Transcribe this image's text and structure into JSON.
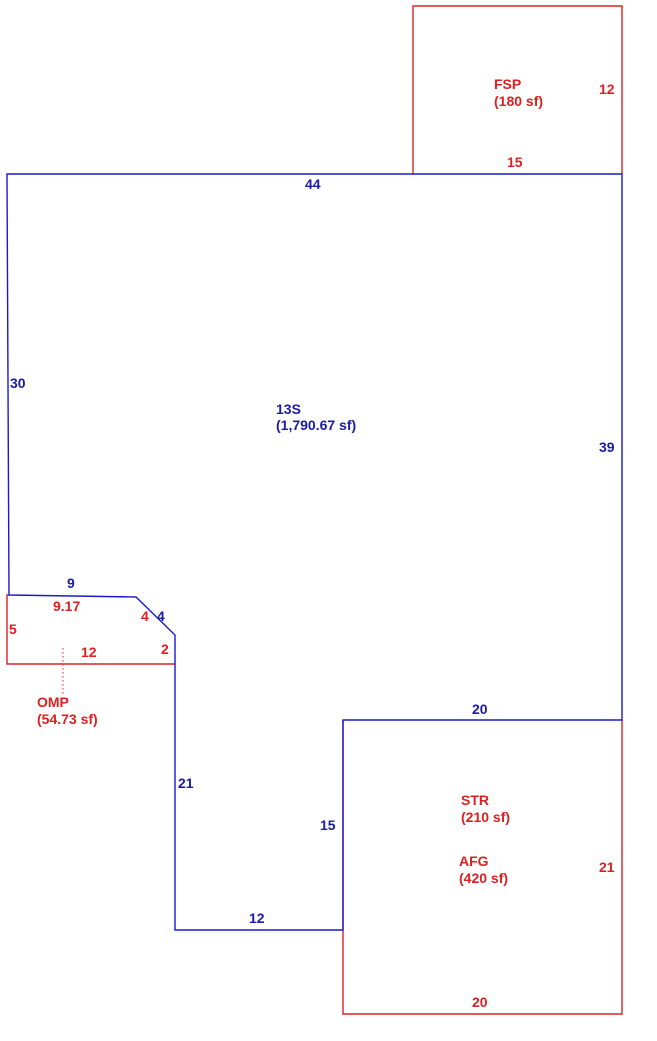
{
  "colors": {
    "main_area": "#1a1aa6",
    "other_areas": "#dd1f1f"
  },
  "areas": {
    "main": {
      "code": "13S",
      "size": "(1,790.67 sf)"
    },
    "fsp": {
      "code": "FSP",
      "size": "(180 sf)"
    },
    "omp": {
      "code": "OMP",
      "size": "(54.73 sf)"
    },
    "str": {
      "code": "STR",
      "size": "(210 sf)"
    },
    "afg": {
      "code": "AFG",
      "size": "(420 sf)"
    }
  },
  "dimensions": {
    "main_top": "44",
    "main_left": "30",
    "main_right": "39",
    "main_notch_top": "9",
    "main_chamfer": "4",
    "main_left_lower": "21",
    "main_bottom": "12",
    "main_inner_vertical": "15",
    "main_inner_horizontal": "20",
    "fsp_side": "12",
    "fsp_bottom": "15",
    "omp_top": "9.17",
    "omp_chamfer": "4",
    "omp_left": "5",
    "omp_bottom": "12",
    "omp_right": "2",
    "garage_right": "21",
    "garage_bottom": "20"
  }
}
